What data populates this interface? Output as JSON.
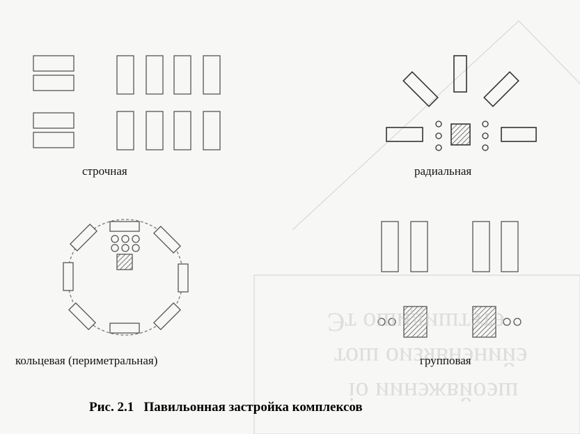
{
  "labels": {
    "row": "строчная",
    "radial": "радиальная",
    "ring": "кольцевая (периметральная)",
    "group": "групповая"
  },
  "caption": {
    "number": "Рис. 2.1",
    "text": "Павильонная застройка комплексов"
  },
  "bleed_through": {
    "line1": "Эт ошидиштзтэ",
    "line2": "тош оизявнэнийэ",
    "line3": "io иинэжвйоэш"
  },
  "colors": {
    "ink": "#555555",
    "paper": "#f7f7f5",
    "caption": "#000000"
  }
}
